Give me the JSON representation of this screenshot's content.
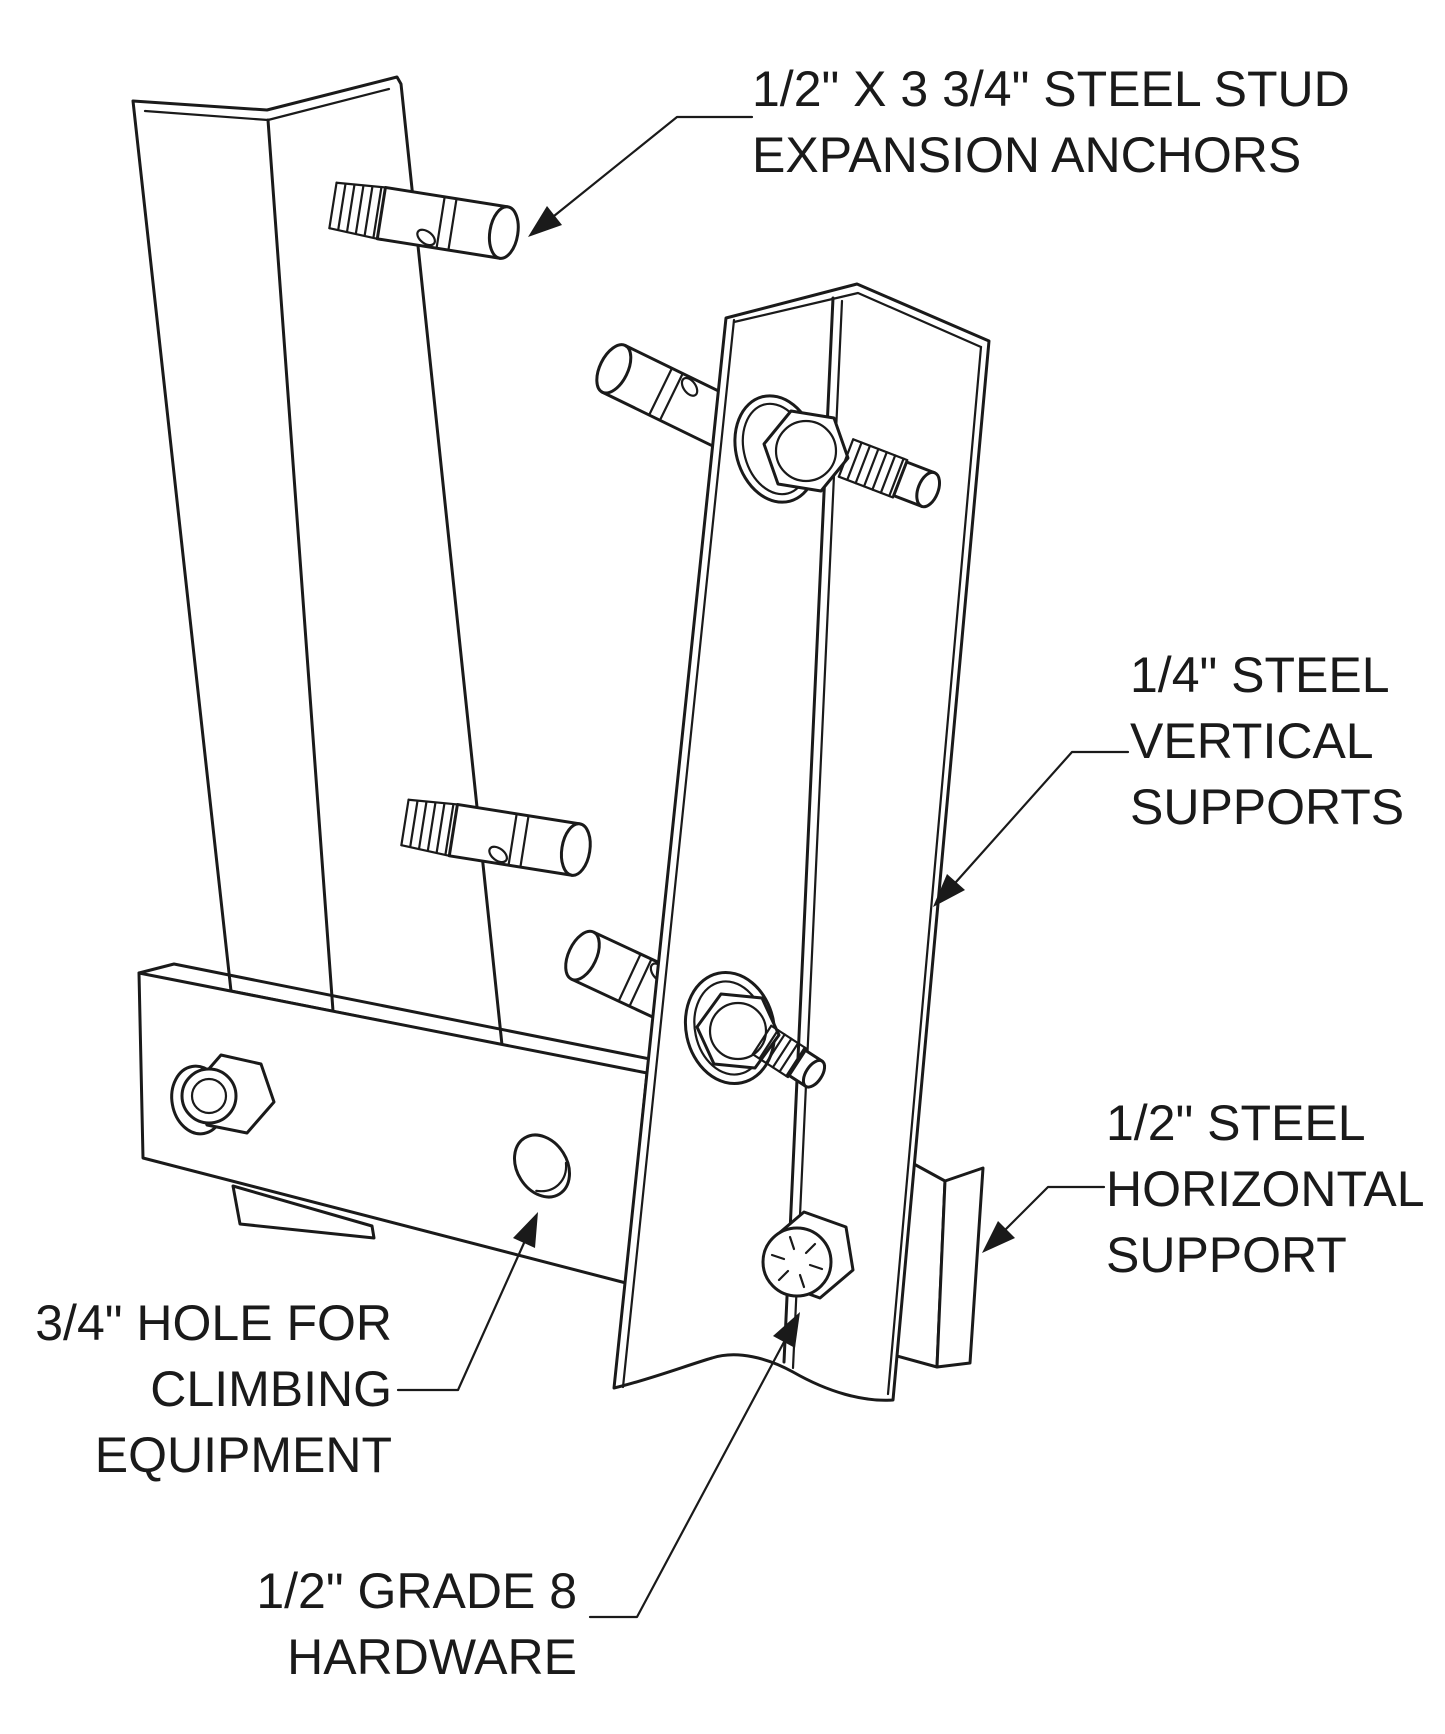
{
  "page": {
    "type": "technical-diagram",
    "background": "#ffffff",
    "line_color": "#1a1a1a"
  },
  "callouts": {
    "expansion_anchors": {
      "lines": [
        "1/2\" X 3 3/4\" STEEL STUD",
        "EXPANSION ANCHORS"
      ]
    },
    "vertical_supports": {
      "lines": [
        "1/4\" STEEL",
        "VERTICAL",
        "SUPPORTS"
      ]
    },
    "horizontal_support": {
      "lines": [
        "1/2\" STEEL",
        "HORIZONTAL",
        "SUPPORT"
      ]
    },
    "climbing_hole": {
      "lines": [
        "3/4\" HOLE FOR",
        "CLIMBING",
        "EQUIPMENT"
      ]
    },
    "grade8_hardware": {
      "lines": [
        "1/2\" GRADE 8",
        "HARDWARE"
      ]
    }
  }
}
